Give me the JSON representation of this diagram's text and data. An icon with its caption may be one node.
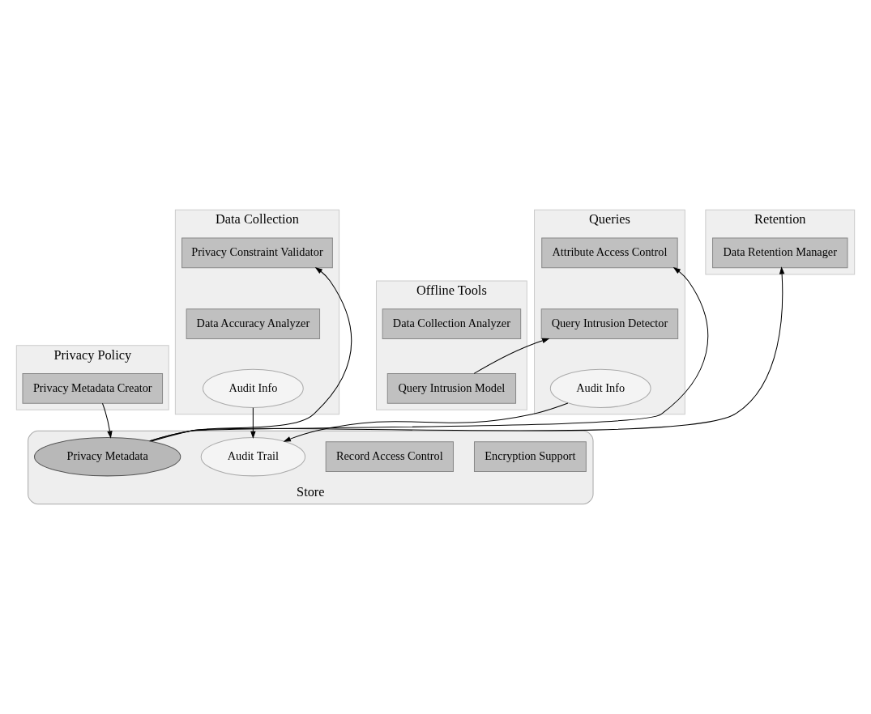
{
  "diagram": {
    "nodes": [
      {
        "text": [
          "Privacy Policy"
        ]
      },
      {
        "text": [
          "Privacy Metadata Creator"
        ],
        "in": 0
      },
      {
        "text": [
          "Data Collection"
        ]
      },
      {
        "text": [
          "Privacy Constraint Validator"
        ],
        "in": 2
      },
      {
        "text": [
          "Data Accuracy Analyzer"
        ],
        "in": 2
      },
      {
        "text": [
          "Audit Info"
        ],
        "in": 2
      },
      {
        "text": [
          "Queries"
        ]
      },
      {
        "text": [
          "Attribute Access Control"
        ],
        "in": 6
      },
      {
        "text": [
          "Query Intrusion Detector"
        ],
        "in": 6
      },
      {
        "text": [
          "Audit Info"
        ],
        "in": 6
      },
      {
        "text": [
          "Retention"
        ]
      },
      {
        "text": [
          "Data Retention Manager"
        ],
        "in": 10
      },
      {
        "text": [
          "Offline Tools"
        ]
      },
      {
        "text": [
          "Data Collection Analyzer"
        ],
        "in": 12
      },
      {
        "text": [
          "Query Intrusion Model"
        ],
        "in": 12
      },
      {
        "text": [
          "Store"
        ]
      },
      {
        "text": [
          "Privacy Metadata"
        ],
        "in": 15
      },
      {
        "text": [
          "Audit Trail"
        ],
        "in": 15
      },
      {
        "text": [
          "Record Access Control"
        ],
        "in": 15
      },
      {
        "text": [
          "Encryption Support"
        ],
        "in": 15
      }
    ],
    "edges": [
      {
        "from": 1,
        "to": 16,
        "arrow": "to"
      },
      {
        "from": 16,
        "to": 3,
        "arrow": "to"
      },
      {
        "from": 16,
        "to": 7,
        "arrow": "to"
      },
      {
        "from": 16,
        "to": 11,
        "arrow": "to"
      },
      {
        "from": 14,
        "to": 8,
        "arrow": "to"
      },
      {
        "from": 5,
        "to": 17,
        "arrow": "to"
      },
      {
        "from": 9,
        "to": 17,
        "arrow": "to"
      }
    ]
  }
}
